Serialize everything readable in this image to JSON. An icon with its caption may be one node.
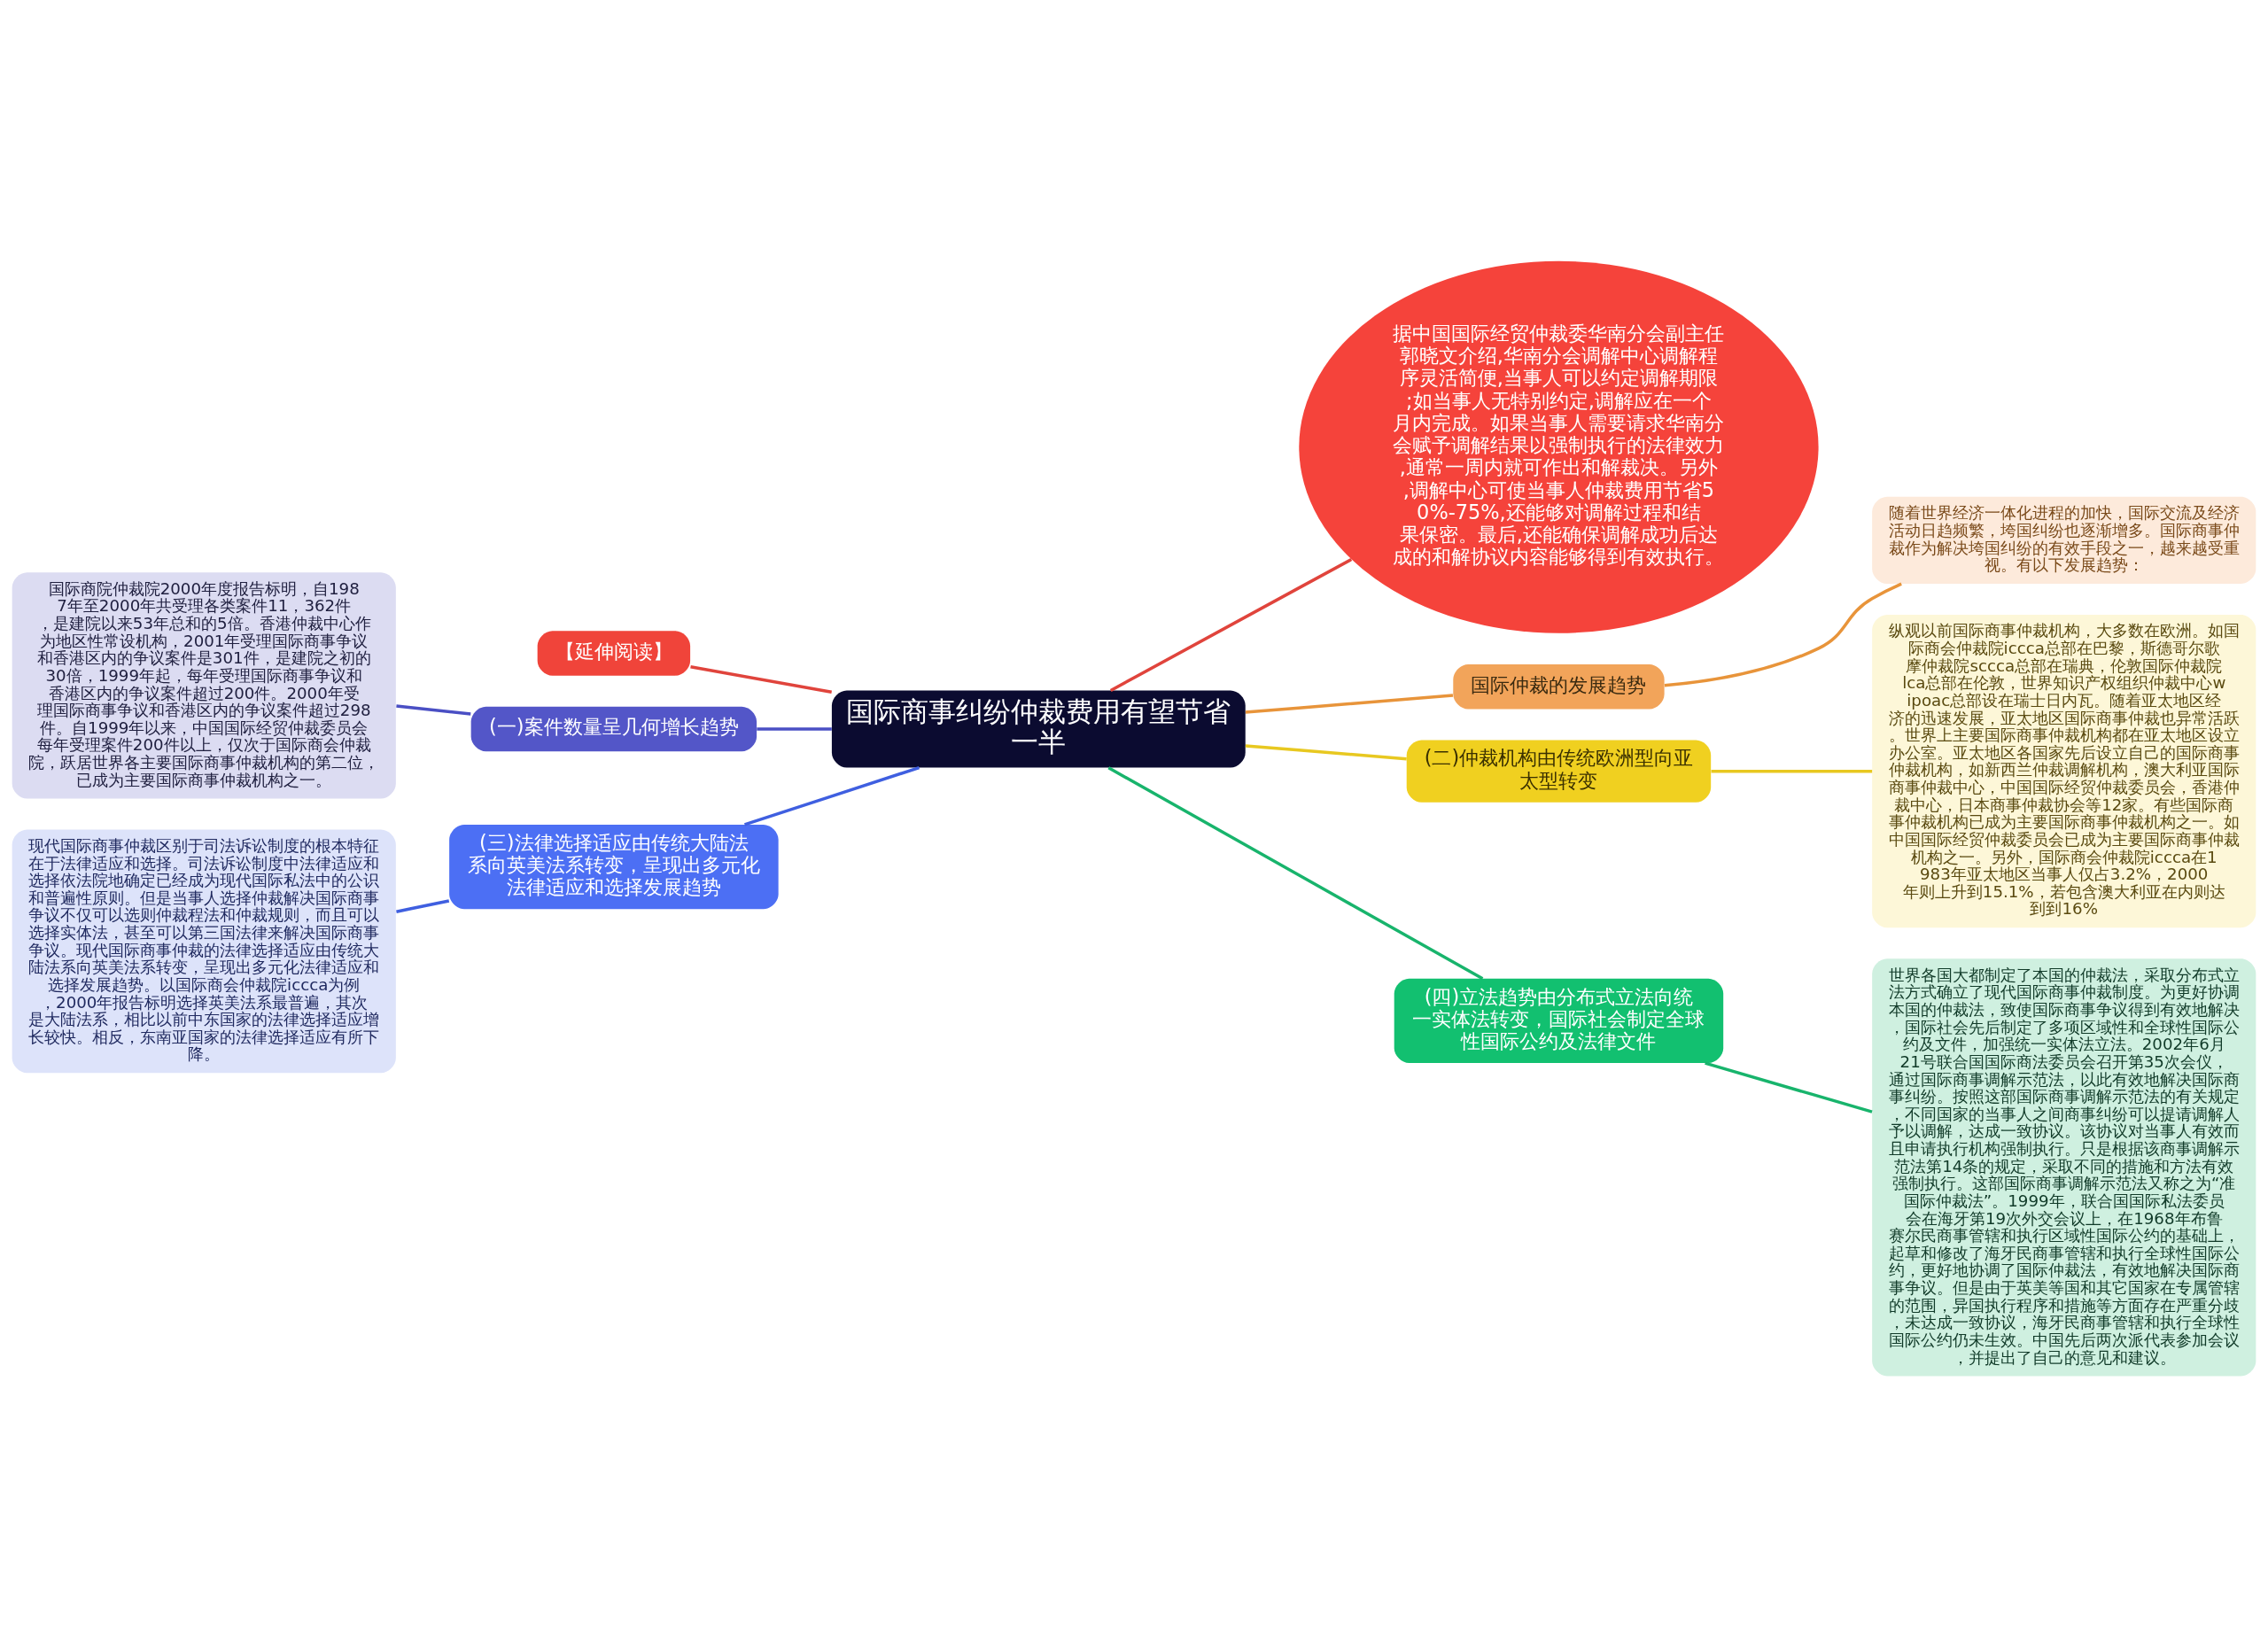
{
  "diagram": {
    "nodes": [
      {
        "text": [
          "国际商事纠纷仲裁费用有望节省一半"
        ]
      },
      {
        "text": [
          "【延伸阅读】"
        ]
      },
      {
        "text": [
          "据中国国际经贸仲裁委华南分会副主任郭晓文介绍,华南分会调解中心调解程序灵活简便,当事人可以约定调解期限;如当事人无特别约定,调解应在一个月内完成。如果当事人需要请求华南分会赋予调解结果以强制执行的法律效力,通常一周内就可作出和解裁决。另外,调解中心可使当事人仲裁费用节省50%-75%,还能够对调解过程和结果保密。最后,还能确保调解成功后达成的和解协议内容能够得到有效执行。"
        ]
      },
      {
        "text": [
          "国际仲裁的发展趋势"
        ]
      },
      {
        "text": [
          "随着世界经济一体化进程的加快，国际交流及经济活动日趋频繁，垮国纠纷也逐渐增多。国际商事仲裁作为解决垮国纠纷的有效手段之一，越来越受重视。有以下发展趋势："
        ]
      },
      {
        "text": [
          "(一)案件数量呈几何增长趋势"
        ]
      },
      {
        "text": [
          "国际商院仲裁院2000年度报告标明，自1987年至2000年共受理各类案件11，362件，是建院以来53年总和的5倍。香港仲裁中心作为地区性常设机构，2001年受理国际商事争议和香港区内的争议案件是301件，是建院之初的30倍，1999年起，每年受理国际商事争议和香港区内的争议案件超过200件。2000年受理国际商事争议和香港区内的争议案件超过298件。自1999年以来，中国国际经贸仲裁委员会每年受理案件200件以上，仅次于国际商会仲裁院，跃居世界各主要国际商事仲裁机构的第二位，已成为主要国际商事仲裁机构之一。"
        ]
      },
      {
        "text": [
          "(二)仲裁机构由传统欧洲型向亚太型转变"
        ]
      },
      {
        "text": [
          "纵观以前国际商事仲裁机构，大多数在欧洲。如国际商会仲裁院iccca总部在巴黎，斯德哥尔歌摩仲裁院sccca总部在瑞典，伦敦国际仲裁院lca总部在伦敦，世界知识产权组织仲裁中心wipoac总部设在瑞士日内瓦。随着亚太地区经济的迅速发展，亚太地区国际商事仲裁也异常活跃。世界上主要国际商事仲裁机构都在亚太地区设立办公室。亚太地区各国家先后设立自己的国际商事仲裁机构，如新西兰仲裁调解机构，澳大利亚国际商事仲裁中心，中国国际经贸仲裁委员会，香港仲裁中心，日本商事仲裁协会等12家。有些国际商事仲裁机构已成为主要国际商事仲裁机构之一。如中国国际经贸仲裁委员会已成为主要国际商事仲裁机构之一。另外，国际商会仲裁院iccca在1983年亚太地区当事人仅占3.2%，2000年则上升到15.1%，若包含澳大利亚在内则达到到16%"
        ]
      },
      {
        "text": [
          "(三)法律选择适应由传统大陆法系向英美法系转变，呈现出多元化法律适应和选择发展趋势"
        ]
      },
      {
        "text": [
          "现代国际商事仲裁区别于司法诉讼制度的根本特征在于法律适应和选择。司法诉讼制度中法律适应和选择依法院地确定已经成为现代国际私法中的公识和普遍性原则。但是当事人选择仲裁解决国际商事争议不仅可以选则仲裁程法和仲裁规则，而且可以选择实体法，甚至可以第三国法律来解决国际商事争议。现代国际商事仲裁的法律选择适应由传统大陆法系向英美法系转变，呈现出多元化法律适应和选择发展趋势。以国际商会仲裁院iccca为例，2000年报告标明选择英美法系最普遍，其次是大陆法系，相比以前中东国家的法律选择适应增长较快。相反，东南亚国家的法律选择适应有所下降。"
        ]
      },
      {
        "text": [
          "(四)立法趋势由分布式立法向统一实体法转变，国际社会制定全球性国际公约及法律文件"
        ]
      },
      {
        "text": [
          "世界各国大都制定了本国的仲裁法，采取分布式立法方式确立了现代国际商事仲裁制度。为更好协调本国的仲裁法，致使国际商事争议得到有效地解决，国际社会先后制定了多项区域性和全球性国际公约及文件，加强统一实体法立法。2002年6月21号联合国国际商法委员会召开第35次会仪，通过国际商事调解示范法，以此有效地解决国际商事纠纷。按照这部国际商事调解示范法的有关规定，不同国家的当事人之间商事纠纷可以提请调解人予以调解，达成一致协议。该协议对当事人有效而且申请执行机构强制执行。只是根据该商事调解示范法第14条的规定，采取不同的措施和方法有效强制执行。这部国际商事调解示范法又称之为“准国际仲裁法”。1999年，联合国国际私法委员会在海牙第19次外交会议上，在1968年布鲁赛尔民商事管辖和执行区域性国际公约的基础上，起草和修改了海牙民商事管辖和执行全球性国际公约，更好地协调了国际仲裁法，有效地解决国际商事争议。但是由于英美等国和其它国家在专属管辖的范围，异国执行程序和措施等方面存在严重分歧，未达成一致协议，海牙民商事管辖和执行全球性国际公约仍未生效。中国先后两次派代表参加会议，并提出了自己的意见和建议。"
        ]
      }
    ],
    "edges": [
      {
        "from": 0,
        "to": 1,
        "arrow": "none",
        "color": "#e0443c"
      },
      {
        "from": 0,
        "to": 2,
        "arrow": "none",
        "color": "#e0443c"
      },
      {
        "from": 0,
        "to": 3,
        "arrow": "none",
        "color": "#e8943a"
      },
      {
        "from": 3,
        "to": 4,
        "arrow": "none",
        "color": "#e8943a"
      },
      {
        "from": 0,
        "to": 5,
        "arrow": "none",
        "color": "#4a4fc4"
      },
      {
        "from": 5,
        "to": 6,
        "arrow": "none",
        "color": "#4a4fc4"
      },
      {
        "from": 0,
        "to": 7,
        "arrow": "none",
        "color": "#e8c820"
      },
      {
        "from": 7,
        "to": 8,
        "arrow": "none",
        "color": "#e8c820"
      },
      {
        "from": 0,
        "to": 9,
        "arrow": "none",
        "color": "#3f5fe0"
      },
      {
        "from": 9,
        "to": 10,
        "arrow": "none",
        "color": "#3f5fe0"
      },
      {
        "from": 0,
        "to": 11,
        "arrow": "none",
        "color": "#18b46c"
      },
      {
        "from": 11,
        "to": 12,
        "arrow": "none",
        "color": "#18b46c"
      }
    ]
  }
}
